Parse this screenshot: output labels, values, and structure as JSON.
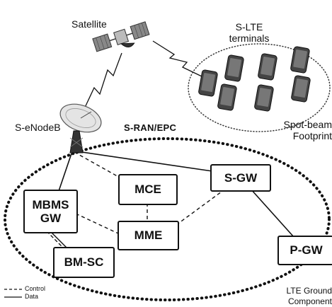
{
  "labels": {
    "satellite": "Satellite",
    "terminals": "S-LTE\nterminals",
    "enodeb": "S-eNodeB",
    "ran_epc": "S-RAN/EPC",
    "spot_beam": "Spot-beam\nFootprint",
    "ground": "LTE Ground\nComponent"
  },
  "nodes": {
    "sgw": "S-GW",
    "mce": "MCE",
    "mme": "MME",
    "mbms_gw": "MBMS\nGW",
    "bm_sc": "BM-SC",
    "pgw": "P-GW"
  },
  "legend": {
    "control": "Control",
    "data": "Data"
  }
}
